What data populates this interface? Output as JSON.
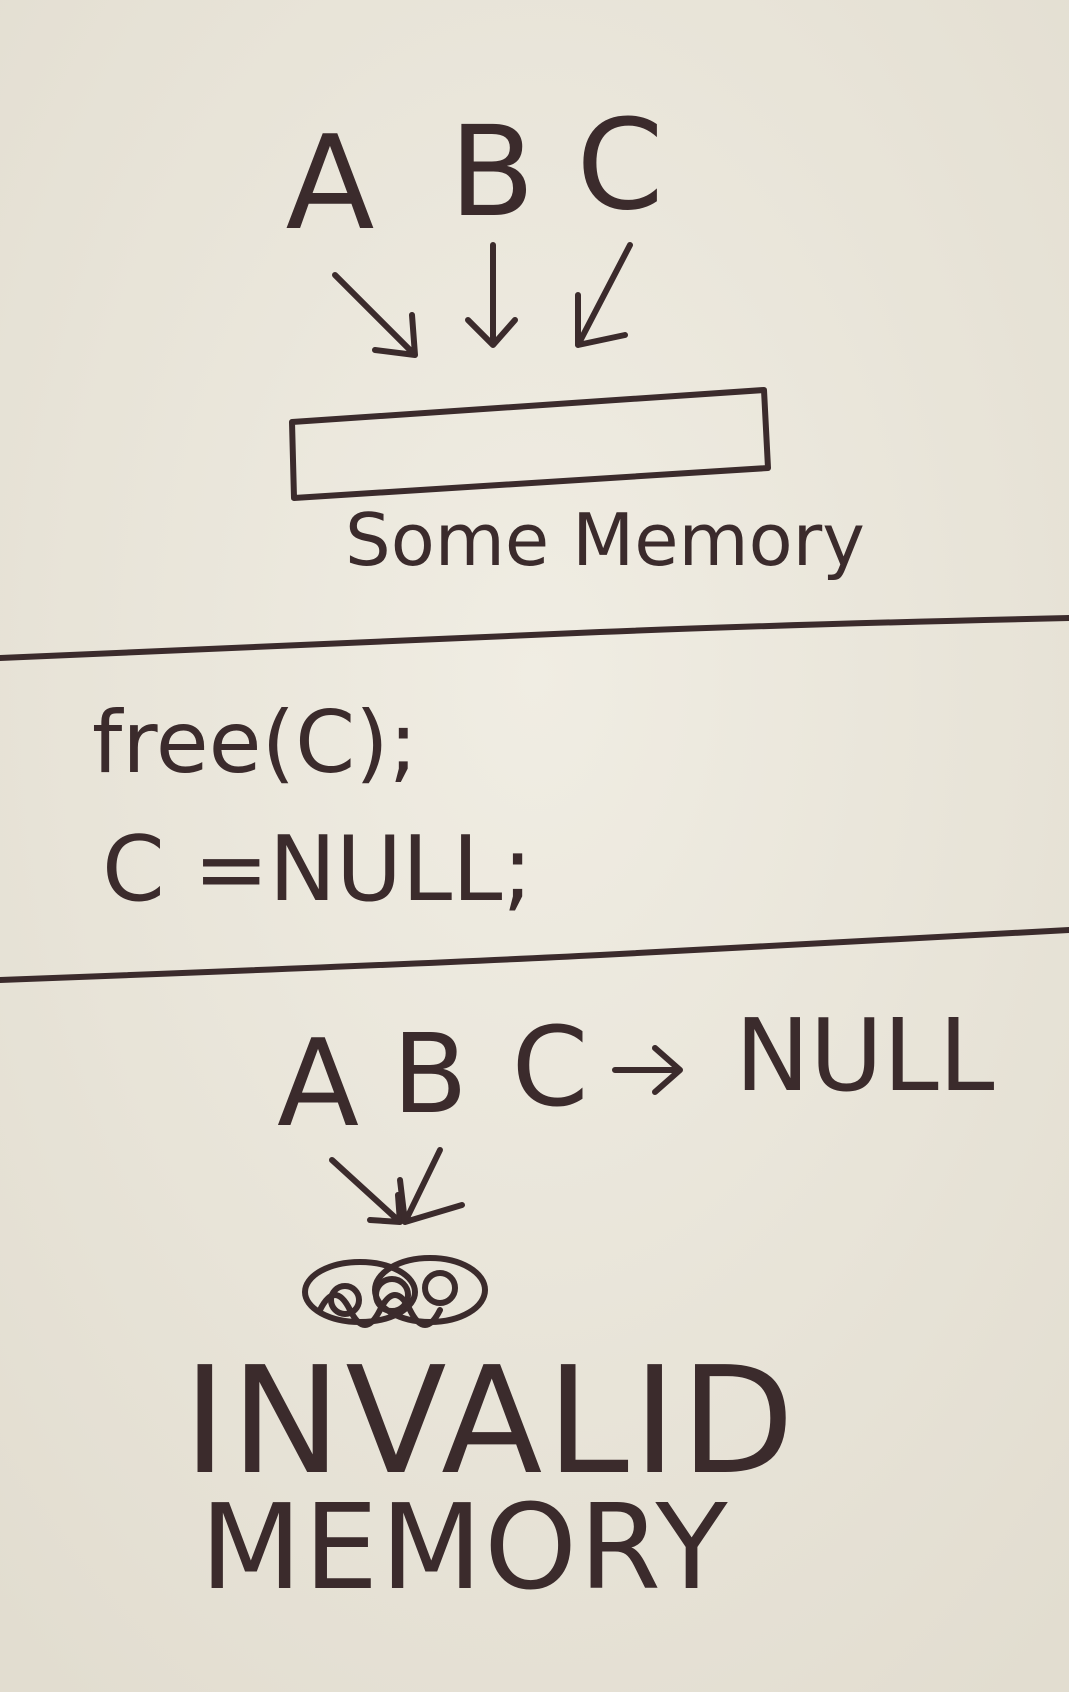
{
  "top": {
    "pointers": [
      "A",
      "B",
      "C"
    ],
    "memory_label": "Some Memory"
  },
  "code": {
    "line1": "free(C);",
    "line2": "C =NULL;"
  },
  "bottom": {
    "pointers": [
      "A",
      "B",
      "C"
    ],
    "null_label": "NULL",
    "invalid_line1": "INVALID",
    "invalid_line2": "MEMORY"
  },
  "colors": {
    "paper": "#ebe7db",
    "ink": "#3b2b2c"
  }
}
